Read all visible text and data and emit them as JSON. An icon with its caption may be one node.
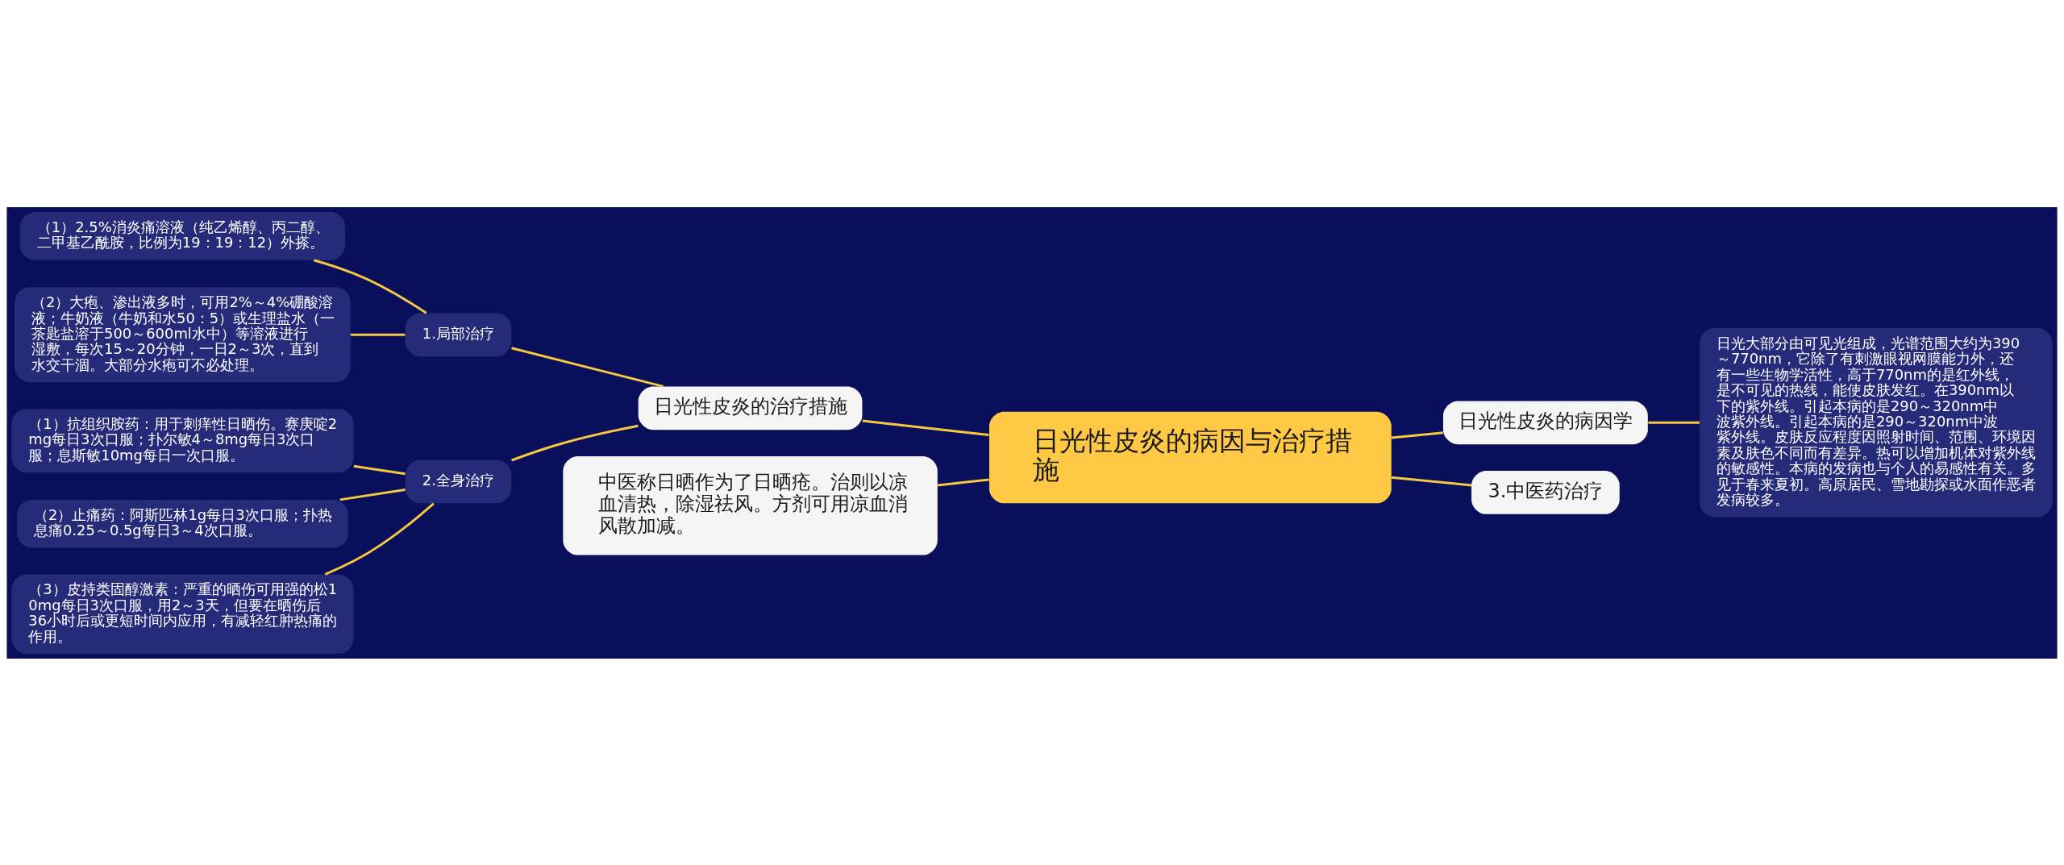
{
  "diagram": {
    "nodes": [
      {
        "text": [
          "日光性皮炎的病因与治疗措施"
        ]
      },
      {
        "text": [
          "日光性皮炎的治疗措施"
        ]
      },
      {
        "text": [
          "1.局部治疗"
        ]
      },
      {
        "text": [
          "（1）2.5%消炎痛溶液（纯乙烯醇、丙二醇、二甲基乙酰胺，比例为19：19：12）外搽。"
        ]
      },
      {
        "text": [
          "（2）大疱、渗出液多时，可用2%～4%硼酸溶液；牛奶液（牛奶和水50：5）或生理盐水（一茶匙盐溶于500～600ml水中）等溶液进行湿敷，每次15～20分钟，一日2～3次，直到水交干涸。大部分水疱可不必处理。"
        ]
      },
      {
        "text": [
          "2.全身治疗"
        ]
      },
      {
        "text": [
          "（1）抗组织胺药：用于刺痒性日晒伤。赛庚啶2mg每日3次口服；扑尔敏4～8mg每日3次口服；息斯敏10mg每日一次口服。"
        ]
      },
      {
        "text": [
          "（2）止痛药：阿斯匹林1g每日3次口服；扑热息痛0.25～0.5g每日3～4次口服。"
        ]
      },
      {
        "text": [
          "（3）皮持类固醇激素：严重的晒伤可用强的松10mg每日3次口服，用2～3天，但要在晒伤后36小时后或更短时间内应用，有减轻红肿热痛的作用。"
        ]
      },
      {
        "text": [
          "日光性皮炎的病因学"
        ]
      },
      {
        "text": [
          "日光大部分由可见光组成，光谱范围大约为390～770nm，它除了有刺激眼视网膜能力外，还有一些生物学活性，高于770nm的是红外线，是不可见的热线，能使皮肤发红。在390nm以下的紫外线。引起本病的是290～320nm中波紫外线。引起本病的是290～320nm中波紫外线。皮肤反应程度因照射时间、范围、环境因素及肤色不同而有差异。热可以增加机体对紫外线的敏感性。本病的发病也与个人的易感性有关。多见于春来夏初。高原居民、雪地勘探或水面作恶者发病较多。"
        ]
      },
      {
        "text": [
          "3.中医药治疗"
        ]
      },
      {
        "text": [
          "中医称日晒作为了日晒疮。治则以凉血清热，除湿祛风。方剂可用凉血消风散加减。"
        ]
      }
    ],
    "edges": [
      {
        "from": 0,
        "to": 1,
        "arrow": "none"
      },
      {
        "from": 1,
        "to": 2,
        "arrow": "none"
      },
      {
        "from": 2,
        "to": 3,
        "arrow": "none"
      },
      {
        "from": 2,
        "to": 4,
        "arrow": "none"
      },
      {
        "from": 1,
        "to": 5,
        "arrow": "none"
      },
      {
        "from": 5,
        "to": 6,
        "arrow": "none"
      },
      {
        "from": 5,
        "to": 7,
        "arrow": "none"
      },
      {
        "from": 5,
        "to": 8,
        "arrow": "none"
      },
      {
        "from": 0,
        "to": 9,
        "arrow": "none"
      },
      {
        "from": 9,
        "to": 10,
        "arrow": "none"
      },
      {
        "from": 0,
        "to": 11,
        "arrow": "none"
      },
      {
        "from": 0,
        "to": 12,
        "arrow": "none"
      }
    ]
  }
}
